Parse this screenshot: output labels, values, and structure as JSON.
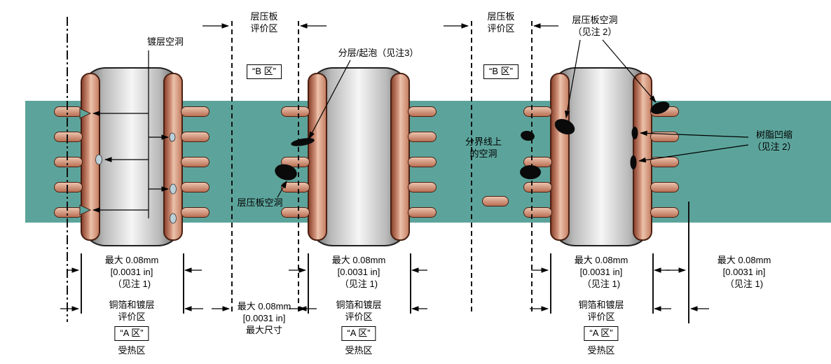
{
  "diagram": {
    "labels": {
      "plating_void": "镀层空洞",
      "laminate_zone": "层压板\n评价区",
      "zone_b": "“B 区”",
      "delamination": "分层/起泡（见注3）",
      "laminate_void_note": "层压板空洞\n（见注 2）",
      "boundary_void": "分界线上\n的空洞",
      "resin_recession": "树脂凹缩\n（见注 2）",
      "laminate_void": "层压板空洞",
      "max_note1": "最大 0.08mm\n[0.0031 in]\n（见注 1)",
      "max_size": "最大 0.08mm\n[0.0031 in]\n最大尺寸",
      "foil_zone": "铜箔和镀层\n评价区",
      "zone_a": "“A 区”",
      "heat_zone": "受热区"
    },
    "colors": {
      "laminate": "#5ca49b",
      "copper": "#cf9279",
      "copper_outline": "#4a2012",
      "barrel_metal": "#b9b9b9",
      "defect": "#0a0a0a",
      "line": "#111111"
    }
  }
}
